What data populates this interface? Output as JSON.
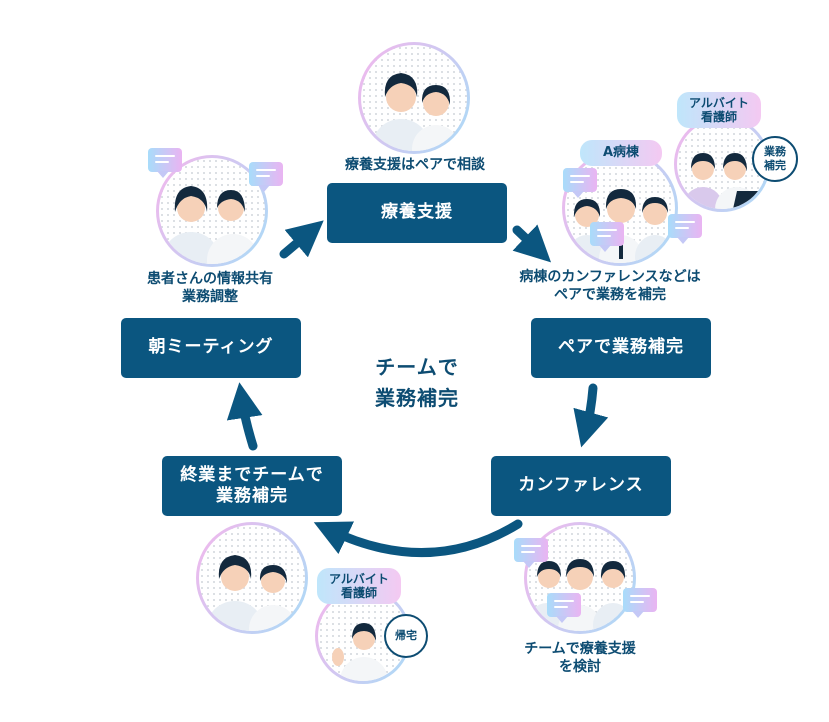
{
  "diagram": {
    "center_label": "チームで\n業務補完",
    "colors": {
      "box_fill": "#0b5680",
      "text_dark": "#0d4c72",
      "arrow": "#0b5680",
      "ring_gradient_start": "#f4b6ec",
      "ring_gradient_end": "#a9dcf7"
    },
    "steps": [
      {
        "id": "ryoyo-shien",
        "label": "療養支援",
        "caption": "療養支援はペアで相談",
        "illustration": "two-nurses-consulting"
      },
      {
        "id": "pair-hokan",
        "label": "ペアで業務補完",
        "caption": "病棟のカンファレンスなどは\nペアで業務を補完",
        "illustration": "ward-team-with-doctor",
        "pill": "A病棟",
        "sub_illustration": {
          "pill": "アルバイト\n看護師",
          "speech": "業務\n補完"
        }
      },
      {
        "id": "conference",
        "label": "カンファレンス",
        "caption": "チームで療養支援\nを検討",
        "illustration": "three-nurses-discussing"
      },
      {
        "id": "shugyo-made",
        "label": "終業までチームで\n業務補完",
        "caption": "",
        "illustration": "two-nurses-waving",
        "sub_illustration": {
          "pill": "アルバイト\n看護師",
          "speech": "帰宅"
        }
      },
      {
        "id": "asa-meeting",
        "label": "朝ミーティング",
        "caption": "患者さんの情報共有\n業務調整",
        "illustration": "two-nurses-sharing"
      }
    ],
    "arrows": [
      "asa-meeting→ryoyo-shien",
      "ryoyo-shien→pair-hokan",
      "pair-hokan→conference",
      "conference→shugyo-made",
      "shugyo-made→asa-meeting"
    ]
  }
}
